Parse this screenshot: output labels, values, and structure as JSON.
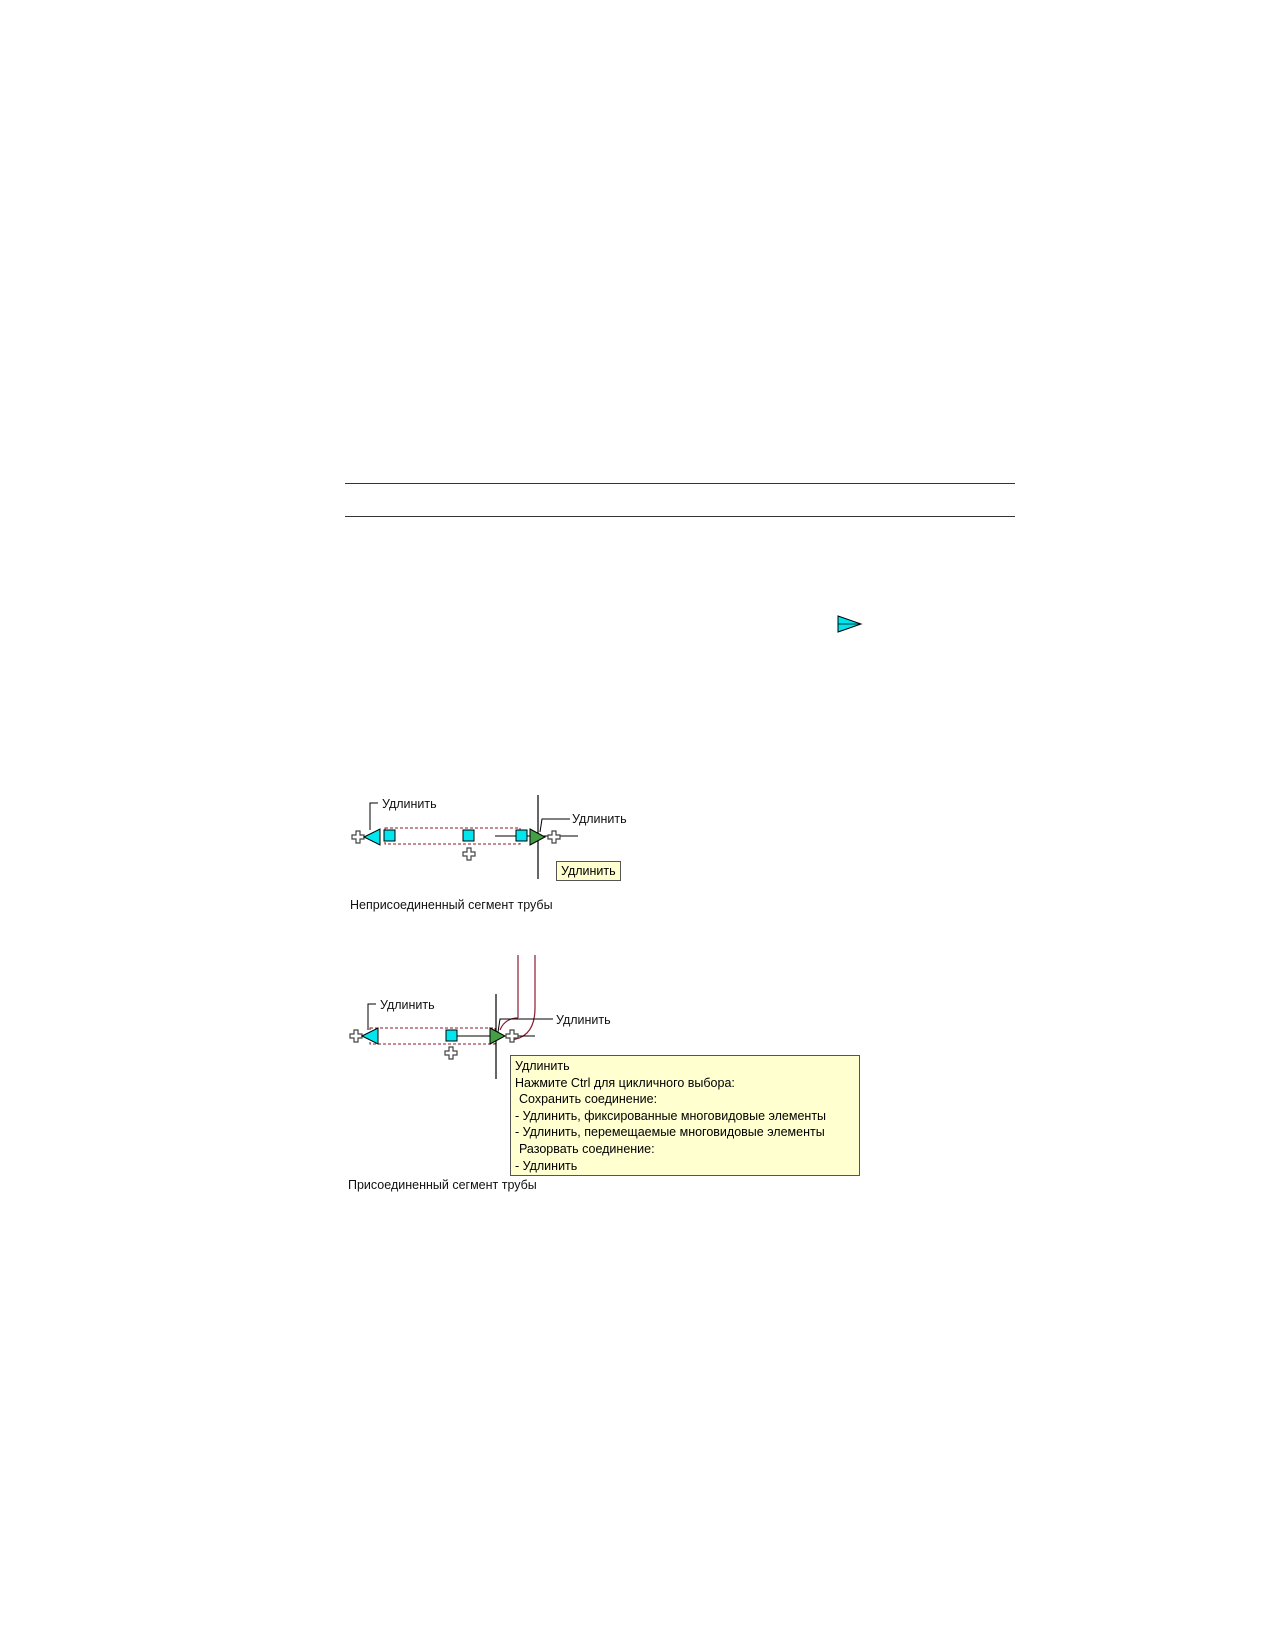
{
  "figure1": {
    "label_left": "Удлинить",
    "label_right": "Удлинить",
    "tooltip": "Удлинить",
    "caption": "Неприсоединенный сегмент трубы"
  },
  "figure2": {
    "label_left": "Удлинить",
    "label_right": "Удлинить",
    "tooltip_lines": [
      "Удлинить",
      "Нажмите Ctrl для цикличного выбора:",
      "Сохранить соединение:",
      "-  Удлинить, фиксированные многовидовые элементы",
      "-  Удлинить, перемещаемые многовидовые элементы",
      "Разорвать соединение:",
      "-  Удлинить"
    ],
    "caption": "Присоединенный сегмент трубы"
  },
  "colors": {
    "grip_cyan": "#00e5ee",
    "grip_green": "#44a044",
    "pipe_outline": "#8b1a2e",
    "tooltip_bg": "#ffffd0"
  },
  "icons": [
    "lengthen-grip-flag-icon",
    "location-grip-icon",
    "plus-grip-icon"
  ]
}
